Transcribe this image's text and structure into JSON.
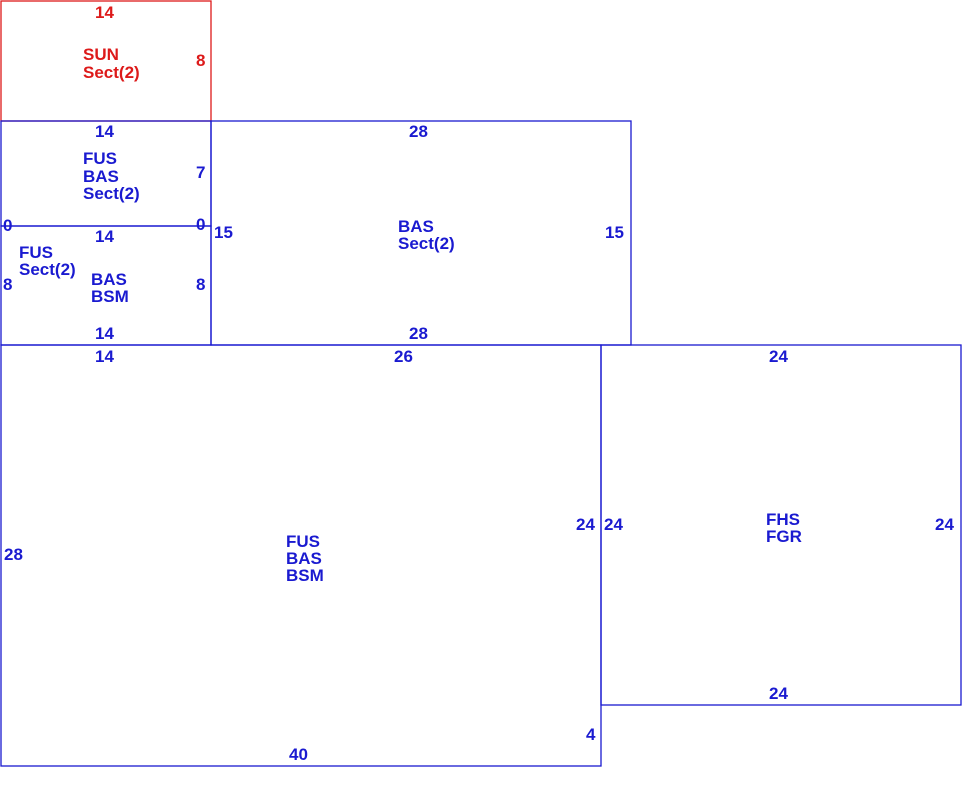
{
  "colors": {
    "primary": "#1a1ad0",
    "accent": "#dd1a1a",
    "background": "#ffffff"
  },
  "areas": {
    "sun": {
      "lines": [
        "SUN",
        "Sect(2)"
      ],
      "dims": {
        "top": "14",
        "right": "8"
      }
    },
    "fus_bas_upper": {
      "lines": [
        "FUS",
        "BAS",
        "Sect(2)"
      ],
      "dims": {
        "top": "14",
        "right": "7",
        "left": "0",
        "bottom_right": "0"
      }
    },
    "fus_small": {
      "lines": [
        "FUS",
        "Sect(2)"
      ]
    },
    "bas_bsm_small": {
      "lines": [
        "BAS",
        "BSM"
      ],
      "dims": {
        "top": "14",
        "left": "8",
        "right": "8",
        "bottom": "14"
      }
    },
    "bas_sect": {
      "lines": [
        "BAS",
        "Sect(2)"
      ],
      "dims": {
        "top": "28",
        "left": "15",
        "right": "15",
        "bottom": "28"
      }
    },
    "fus_bas_bsm_main": {
      "lines": [
        "FUS",
        "BAS",
        "BSM"
      ],
      "dims": {
        "top_left": "14",
        "top": "26",
        "left": "28",
        "right": "24",
        "right_lower": "4",
        "bottom": "40"
      }
    },
    "fhs_fgr": {
      "lines": [
        "FHS",
        "FGR"
      ],
      "dims": {
        "top": "24",
        "left": "24",
        "right": "24",
        "bottom": "24"
      }
    }
  }
}
